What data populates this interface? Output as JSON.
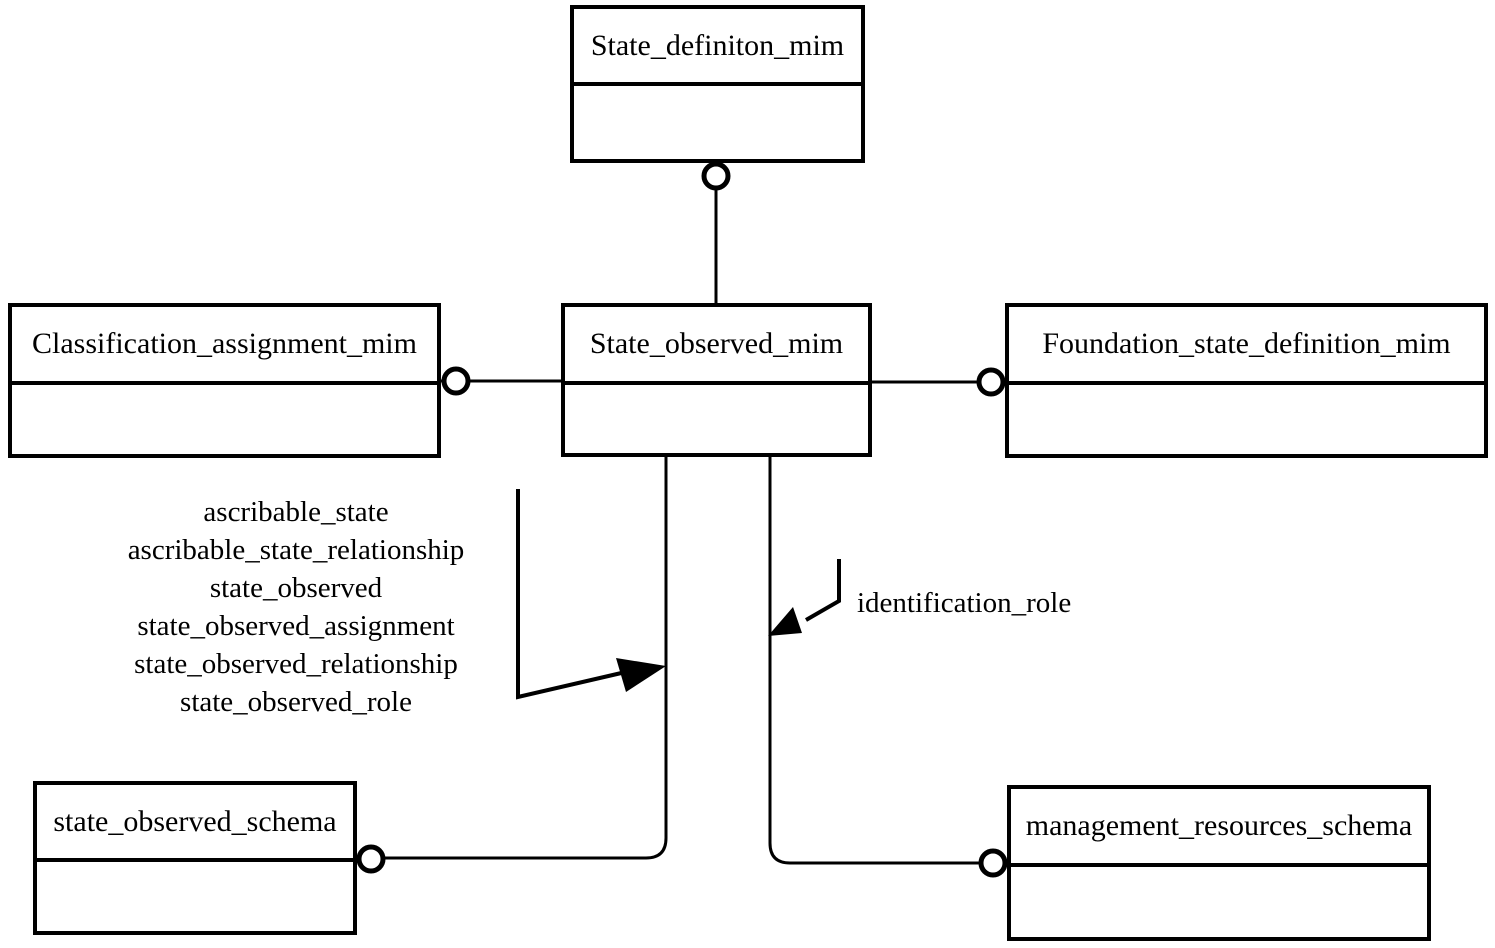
{
  "diagram": {
    "colors": {
      "line": "#000000",
      "background": "#ffffff",
      "box_fill": "#ffffff"
    },
    "nodes": {
      "state_definition_mim": {
        "label": "State_definiton_mim"
      },
      "classification_assignment_mim": {
        "label": "Classification_assignment_mim"
      },
      "state_observed_mim": {
        "label": "State_observed_mim"
      },
      "foundation_state_definition_mim": {
        "label": "Foundation_state_definition_mim"
      },
      "state_observed_schema": {
        "label": "state_observed_schema"
      },
      "management_resources_schema": {
        "label": "management_resources_schema"
      }
    },
    "callouts": {
      "exported_entities": {
        "lines": [
          "ascribable_state",
          "ascribable_state_relationship",
          "state_observed",
          "state_observed_assignment",
          "state_observed_relationship",
          "state_observed_role"
        ]
      },
      "identification_role_label": "identification_role"
    }
  }
}
